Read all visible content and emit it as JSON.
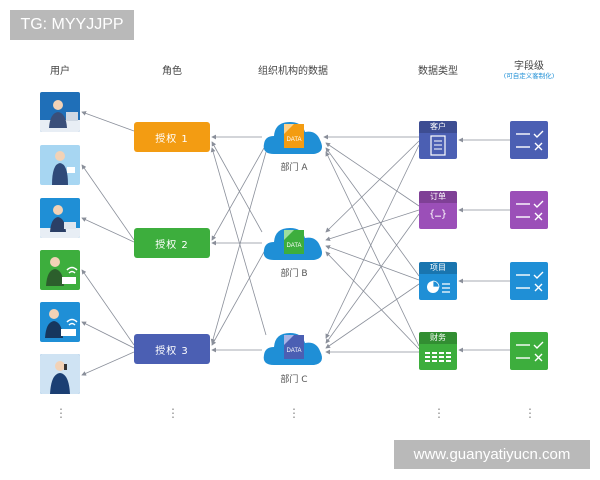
{
  "watermark": {
    "top": "TG: MYYJJPP",
    "bottom": "www.guanyatiyucn.com"
  },
  "headers": {
    "users": "用户",
    "roles": "角色",
    "org": "组织机构的数据",
    "types": "数据类型",
    "fields": "字段级",
    "fields_sub": "(可自定义客制化)"
  },
  "roles": [
    {
      "label": "授权 1",
      "color": "#f39c12"
    },
    {
      "label": "授权 2",
      "color": "#3dae3d"
    },
    {
      "label": "授权 3",
      "color": "#4b5fb3"
    }
  ],
  "departments": [
    {
      "label": "部门 A",
      "doc_text": "DATA",
      "doc_color": "#f39c12"
    },
    {
      "label": "部门 B",
      "doc_text": "DATA",
      "doc_color": "#3dae3d"
    },
    {
      "label": "部门 C",
      "doc_text": "DATA",
      "doc_color": "#4b5fb3"
    }
  ],
  "data_types": [
    {
      "label": "客户",
      "icon": "document-list-icon",
      "color": "#4b5fb3"
    },
    {
      "label": "订单",
      "icon": "curly-braces-icon",
      "color": "#9b4fb8"
    },
    {
      "label": "项目",
      "icon": "pie-chart-icon",
      "color": "#1f8fd6"
    },
    {
      "label": "财务",
      "icon": "table-grid-icon",
      "color": "#3dae3d"
    }
  ],
  "type_icon_text": {
    "order": "{…}"
  },
  "field_cards": [
    {
      "icon": "check-cross-icon",
      "color": "#4b5fb3"
    },
    {
      "icon": "check-cross-icon",
      "color": "#9b4fb8"
    },
    {
      "icon": "check-cross-icon",
      "color": "#1f8fd6"
    },
    {
      "icon": "check-cross-icon",
      "color": "#3dae3d"
    }
  ],
  "users": [
    {
      "icon": "user-at-desk-icon",
      "color": "#1f6fb8"
    },
    {
      "icon": "user-standing-icon",
      "color": "#1f8fd6"
    },
    {
      "icon": "user-at-laptop-icon",
      "color": "#1f8fd6"
    },
    {
      "icon": "user-wireless-icon",
      "color": "#3dae3d"
    },
    {
      "icon": "user-wireless-laptop-icon",
      "color": "#1f8fd6"
    },
    {
      "icon": "user-on-phone-icon",
      "color": "#1f6fb8"
    }
  ],
  "ellipsis": "⋮"
}
